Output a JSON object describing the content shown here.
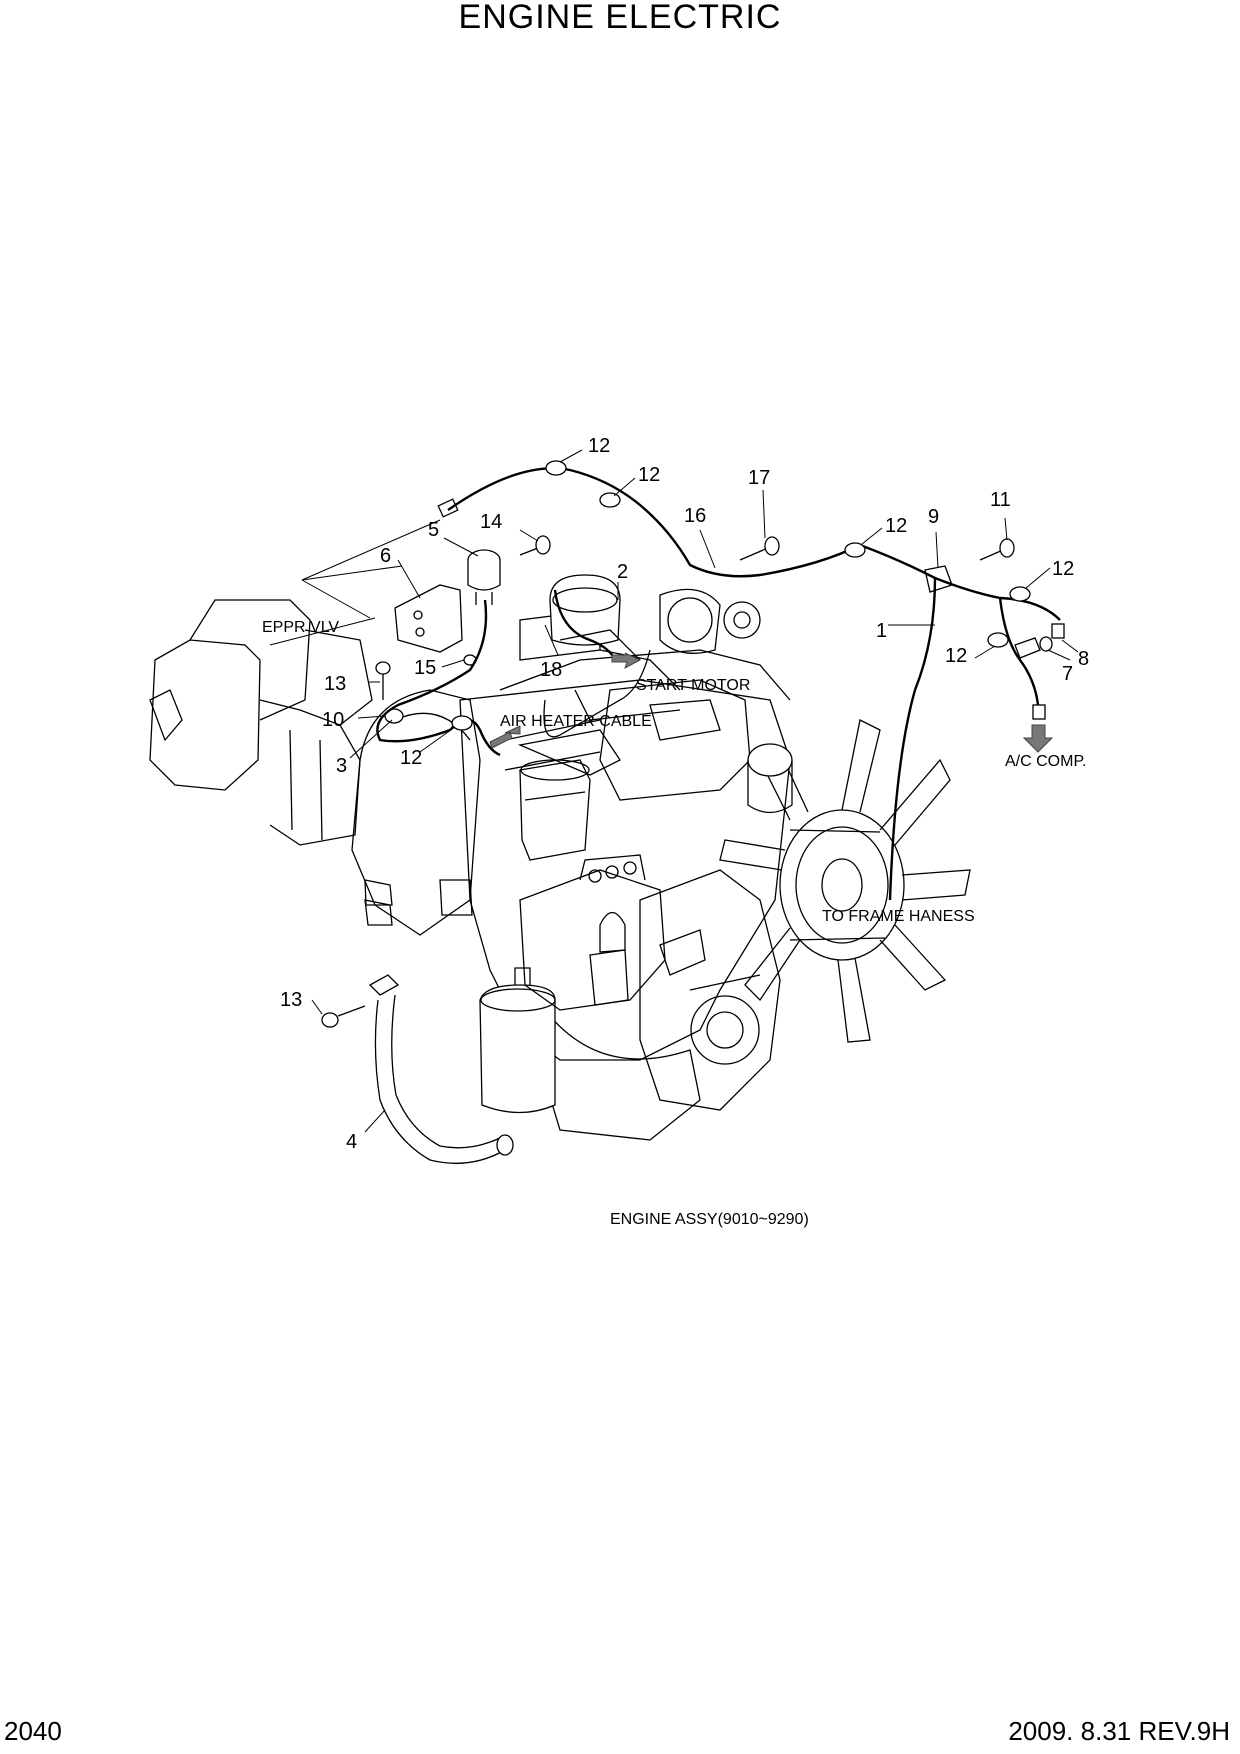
{
  "page": {
    "title": "ENGINE ELECTRIC",
    "page_number": "2040",
    "revision": "2009. 8.31  REV.9H"
  },
  "notes": {
    "eppr_vlv": "EPPR VLV",
    "start_motor": "START MOTOR",
    "air_heater_cable": "AIR HEATER CABLE",
    "ac_comp": "A/C COMP.",
    "to_frame_harness": "TO FRAME HANESS",
    "engine_assy": "ENGINE ASSY(9010~9290)"
  },
  "callouts": {
    "c1": "1",
    "c2": "2",
    "c3": "3",
    "c4": "4",
    "c5": "5",
    "c6": "6",
    "c7": "7",
    "c8": "8",
    "c9": "9",
    "c10": "10",
    "c11": "11",
    "c12a": "12",
    "c12b": "12",
    "c12c": "12",
    "c12d": "12",
    "c12e": "12",
    "c12f": "12",
    "c13a": "13",
    "c13b": "13",
    "c14": "14",
    "c15": "15",
    "c16": "16",
    "c17": "17",
    "c18": "18"
  },
  "colors": {
    "line": "#000000",
    "arrow_fill": "#777777",
    "background": "#ffffff"
  }
}
